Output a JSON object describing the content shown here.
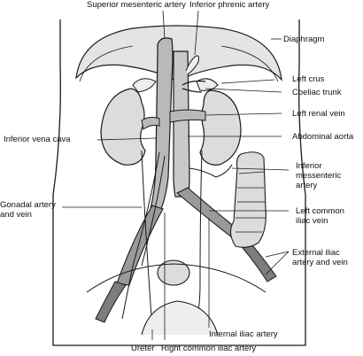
{
  "labels": {
    "superior_mesenteric_artery": "Superior mesenteric artery",
    "inferior_phrenic_artery": "Inferior phrenic artery",
    "diaphragm": "Diaphragm",
    "left_crus": "Left crus",
    "coeliac_trunk": "Coeliac trunk",
    "left_renal_vein": "Left renal vein",
    "abdominal_aorta": "Abdominal aorta",
    "inferior_vena_cava": "Inferior vena cava",
    "inferior_mesenteric_artery": [
      "Inferior",
      "messenteric",
      "artery"
    ],
    "gonadal_artery_and_vein": [
      "Gonadal artery",
      "and vein"
    ],
    "left_common_iliac_vein": [
      "Left common",
      "iliac vein"
    ],
    "external_iliac_artery_and_vein": [
      "External iliac",
      "artery and vein"
    ],
    "internal_iliac_artery": "Internal iliac artery",
    "ureter": "Ureter",
    "right_common_iliac_artery": "Right common iliac artery"
  },
  "colors": {
    "line": "#1a1a1a",
    "vessel_fill": "#b9b9b9",
    "dark_fill": "#7d7d7d",
    "light_fill": "#e4e4e4",
    "background": "#ffffff"
  }
}
